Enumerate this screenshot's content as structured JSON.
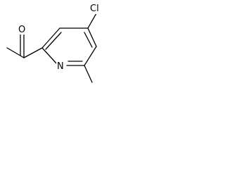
{
  "molecule": {
    "atoms": {
      "oxygen": "O",
      "chlorine": "Cl",
      "nitrogen": "N"
    },
    "bond_color": "#000000",
    "background": "#ffffff"
  }
}
